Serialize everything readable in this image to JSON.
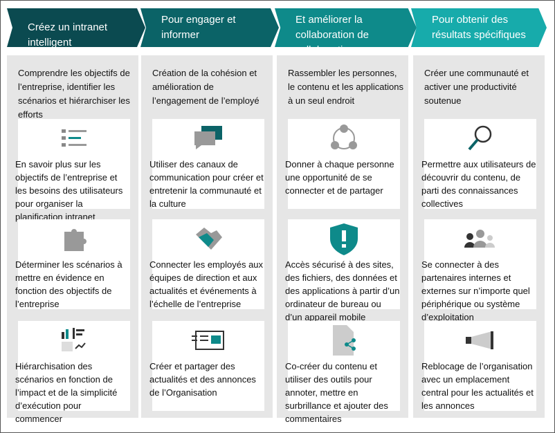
{
  "headers": [
    {
      "label": "Créez un intranet intelligent",
      "color": "#0b4a50"
    },
    {
      "label": "Pour engager et informer",
      "color": "#0b6367"
    },
    {
      "label": "Et améliorer la collaboration de collaboration",
      "color": "#0e8a8a"
    },
    {
      "label": "Pour obtenir des résultats spécifiques",
      "color": "#17abab"
    }
  ],
  "columns": [
    {
      "intro": "Comprendre les objectifs de l’entreprise, identifier les scénarios et hiérarchiser les efforts",
      "cards": [
        {
          "icon": "list-icon",
          "text": "En savoir plus sur les objectifs de l’entreprise et les besoins des utilisateurs pour organiser la planification intranet"
        },
        {
          "icon": "puzzle-icon",
          "text": "Déterminer les scénarios à mettre en évidence en fonction des objectifs de l’entreprise"
        },
        {
          "icon": "chart-icon",
          "text": "Hiérarchisation des scénarios en fonction de l’impact et de la simplicité d’exécution pour commencer"
        }
      ]
    },
    {
      "intro": "Création de la cohésion et amélioration de l’engagement de l’employé",
      "cards": [
        {
          "icon": "chat-icon",
          "text": "Utiliser des canaux de communication pour créer et entretenir la communauté et la culture"
        },
        {
          "icon": "handshake-icon",
          "text": "Connecter les employés aux équipes de direction et aux actualités et événements à l’échelle de l’entreprise"
        },
        {
          "icon": "news-icon",
          "text": "Créer et partager des actualités et des annonces de l’Organisation"
        }
      ]
    },
    {
      "intro": "Rassembler les personnes, le contenu et les applications à un seul endroit",
      "cards": [
        {
          "icon": "network-icon",
          "text": "Donner à chaque personne une opportunité de se connecter et de partager"
        },
        {
          "icon": "shield-icon",
          "text": "Accès sécurisé à des sites, des fichiers, des données et des applications à partir d’un ordinateur de bureau ou d’un appareil mobile"
        },
        {
          "icon": "share-document-icon",
          "text": "Co-créer du contenu et utiliser des outils pour annoter, mettre en surbrillance et ajouter des commentaires"
        }
      ]
    },
    {
      "intro": "Créer une communauté et activer une productivité soutenue",
      "cards": [
        {
          "icon": "search-icon",
          "text": "Permettre aux utilisateurs de découvrir du contenu, de parti des connaissances collectives"
        },
        {
          "icon": "people-icon",
          "text": "Se connecter à des partenaires internes et externes sur n’importe quel périphérique ou système d’exploitation"
        },
        {
          "icon": "megaphone-icon",
          "text": "Reblocage de l’organisation avec un emplacement central pour les actualités et les annonces"
        }
      ]
    }
  ]
}
